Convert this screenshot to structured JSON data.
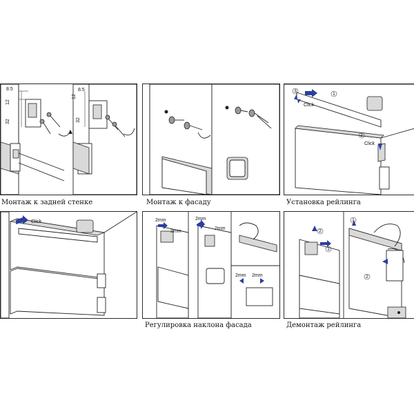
{
  "captions": {
    "p1": "Монтаж к задней стенке",
    "p2": "Монтаж к фасаду",
    "p3": "Установка рейлинга",
    "p4": "Регулировка наклона фасада",
    "p5": "Демонтаж рейлинга"
  },
  "annotations": {
    "dim_8_5": "8.5",
    "dim_12": "12",
    "dim_32": "32",
    "click": "Click",
    "two_mm": "2mm",
    "step1": "1",
    "step2": "2",
    "step3": "3"
  },
  "colors": {
    "arrow": "#2b3f9e",
    "frame": "#2a2a2a"
  }
}
